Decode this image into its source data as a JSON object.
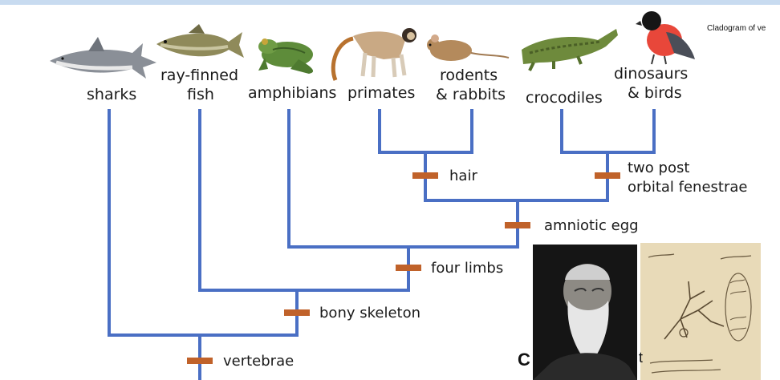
{
  "caption": "Cladogram of ve",
  "taxa": {
    "sharks": "sharks",
    "rayfinned_1": "ray-finned",
    "rayfinned_2": "fish",
    "amphibians": "amphibians",
    "primates": "primates",
    "rodents_1": "rodents",
    "rodents_2": "& rabbits",
    "crocodiles": "crocodiles",
    "dinos_1": "dinosaurs",
    "dinos_2": "& birds"
  },
  "traits": {
    "hair": "hair",
    "fenestrae_1": "two post",
    "fenestrae_2": "orbital fenestrae",
    "amniotic_egg": "amniotic egg",
    "four_limbs": "four limbs",
    "bony_skeleton": "bony skeleton",
    "vertebrae": "vertebrae"
  },
  "partial_text": {
    "left": "C",
    "right": "t"
  },
  "colors": {
    "branch": "#4a6fc4",
    "trait_bar": "#c0622a"
  },
  "icons": [
    "shark-icon",
    "fish-icon",
    "frog-icon",
    "monkey-icon",
    "mouse-icon",
    "crocodile-icon",
    "bird-icon",
    "darwin-portrait",
    "notebook-sketch"
  ]
}
